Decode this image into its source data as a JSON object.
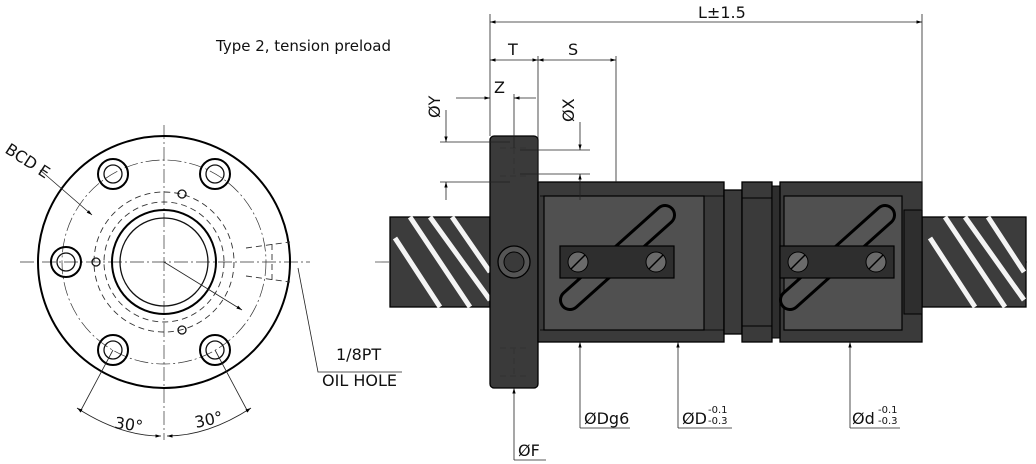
{
  "caption": "Type 2, tension preload",
  "front_view": {
    "bcd_label": "BCD E",
    "angle_left": "30°",
    "angle_right": "30°",
    "oil_hole_size": "1/8PT",
    "oil_hole_label": "OIL HOLE"
  },
  "side_view": {
    "length_label": "L±1.5",
    "t_label": "T",
    "s_label": "S",
    "z_label": "Z",
    "y_dia_label": "ØY",
    "x_dia_label": "ØX",
    "f_dia_label": "ØF",
    "dg6_label": "ØDg6",
    "d_outer_label": "ØD",
    "d_outer_tol_upper": "-0.1",
    "d_outer_tol_lower": "-0.3",
    "d_shaft_label": "Ød",
    "d_shaft_tol_upper": "-0.1",
    "d_shaft_tol_lower": "-0.3"
  }
}
